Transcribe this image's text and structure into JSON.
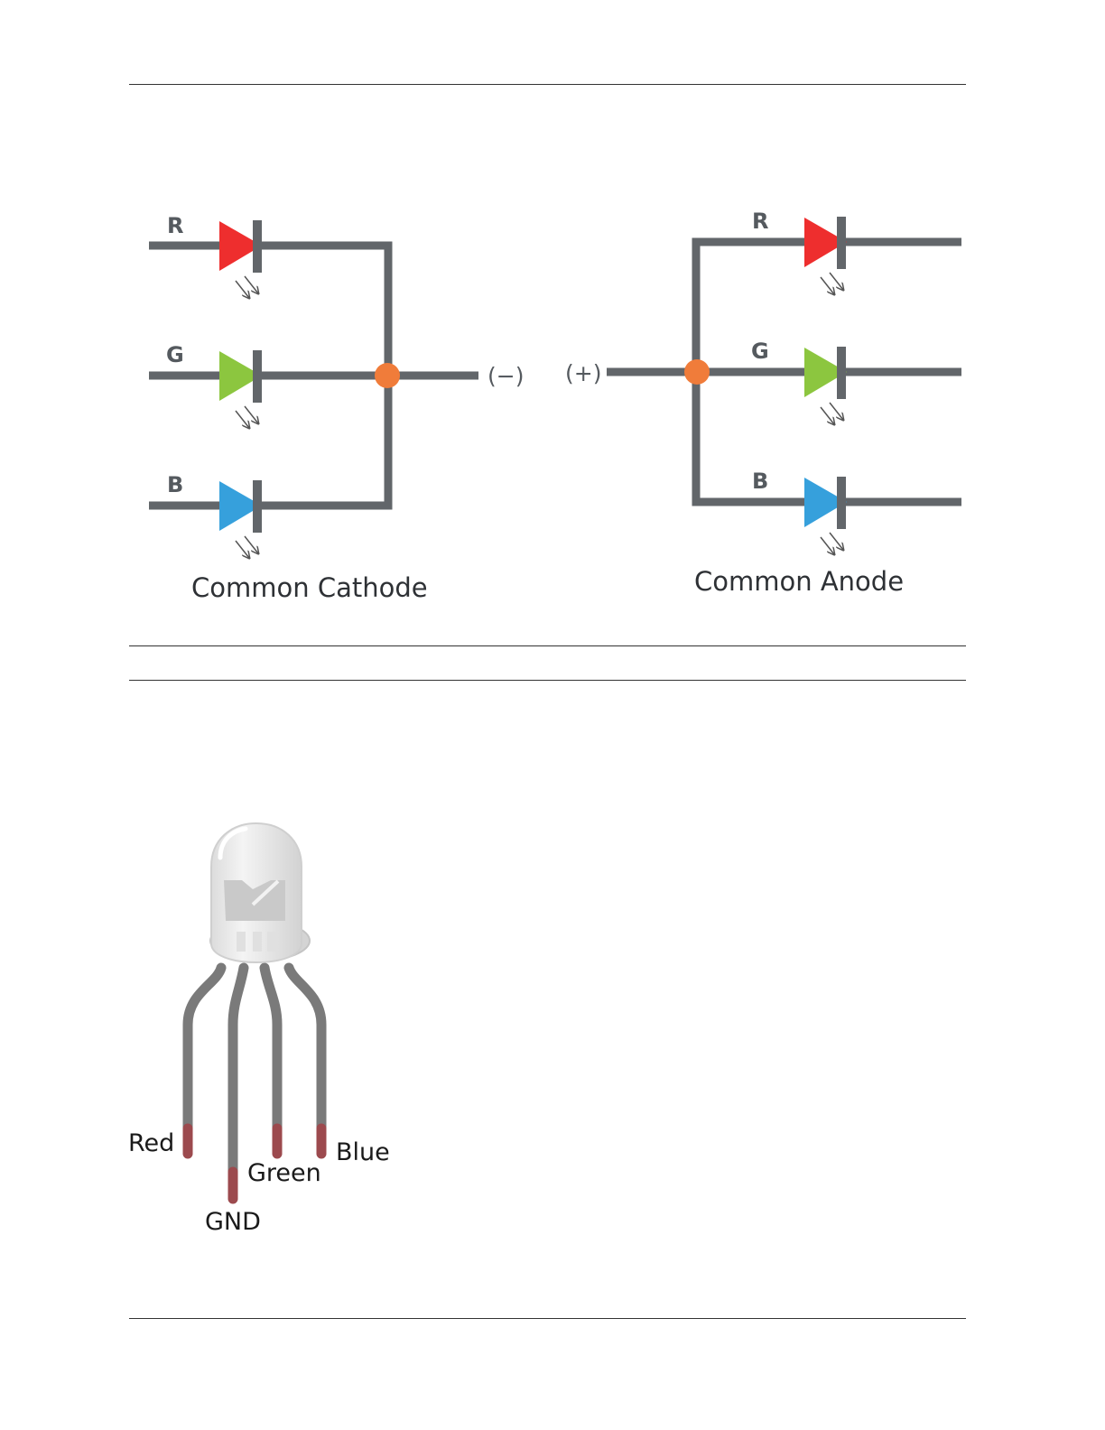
{
  "schematic": {
    "common_cathode": {
      "caption": "Common Cathode",
      "terminal": "(−)",
      "channels": [
        {
          "label": "R",
          "color": "#ee2e2e"
        },
        {
          "label": "G",
          "color": "#8cc63f"
        },
        {
          "label": "B",
          "color": "#36a0dc"
        }
      ]
    },
    "common_anode": {
      "caption": "Common Anode",
      "terminal": "(+)",
      "channels": [
        {
          "label": "R",
          "color": "#ee2e2e"
        },
        {
          "label": "G",
          "color": "#8cc63f"
        },
        {
          "label": "B",
          "color": "#36a0dc"
        }
      ]
    },
    "wire_color": "#62666a",
    "junction_color": "#f07c3a"
  },
  "led_pinout": {
    "pins": [
      "Red",
      "GND",
      "Green",
      "Blue"
    ],
    "lead_color": "#7a7a7a",
    "tip_color": "#9c4a4e"
  }
}
